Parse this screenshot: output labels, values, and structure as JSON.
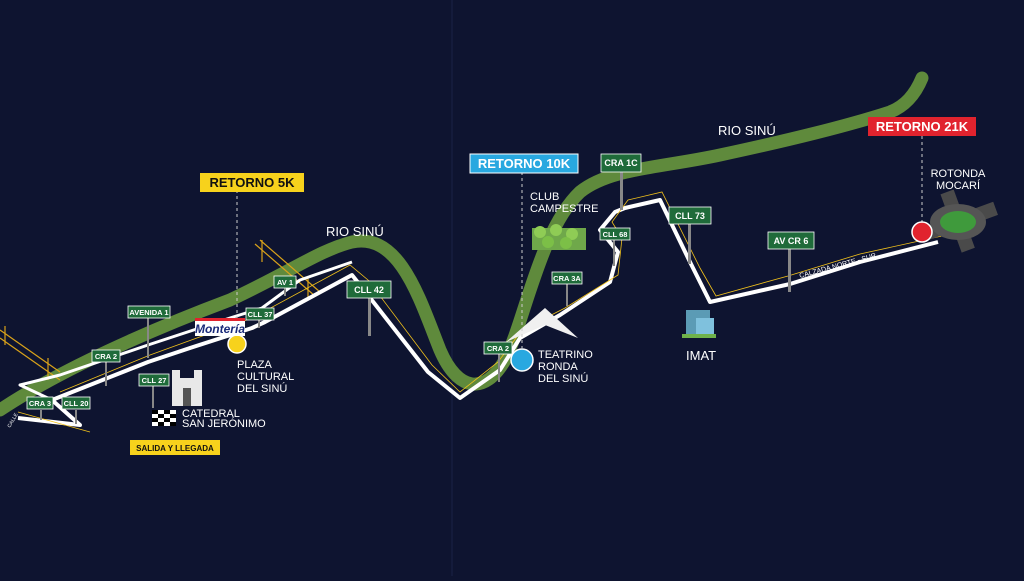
{
  "colors": {
    "background": "#0e1430",
    "river": "#5f8a3c",
    "route": "#ffffff",
    "route_arrows": "#f2c21b",
    "sign_green": "#1f6b3a",
    "yellow": "#f7d21c",
    "blue": "#28a8e0",
    "red": "#e1232e"
  },
  "rivers": [
    "RIO SINÚ",
    "RIO SINÚ"
  ],
  "turnarounds": {
    "r5k": "RETORNO 5K",
    "r10k": "RETORNO 10K",
    "r21k": "RETORNO 21K"
  },
  "start_finish": "SALIDA Y LLEGADA",
  "street_signs": [
    "CRA 3",
    "CLL 20",
    "CRA 2",
    "AVENIDA 1",
    "CLL 27",
    "CLL 37",
    "AV 1",
    "CLL 42",
    "CRA 2",
    "CRA 3A",
    "CLL 68",
    "CRA 1C",
    "CLL 73",
    "AV CR 6"
  ],
  "landmarks": {
    "plaza_line1": "PLAZA",
    "plaza_line2": "CULTURAL",
    "plaza_line3": "DEL SINÚ",
    "catedral_line1": "CATEDRAL",
    "catedral_line2": "SAN JERÓNIMO",
    "club_line1": "CLUB",
    "club_line2": "CAMPESTRE",
    "teatrino_line1": "TEATRINO",
    "teatrino_line2": "RONDA",
    "teatrino_line3": "DEL SINÚ",
    "imat": "IMAT",
    "rotonda_line1": "ROTONDA",
    "rotonda_line2": "MOCARÍ",
    "monteria_logo": "Montería"
  },
  "road_label": "CALZADA NORTE - SUR",
  "small_label": "CALLE"
}
